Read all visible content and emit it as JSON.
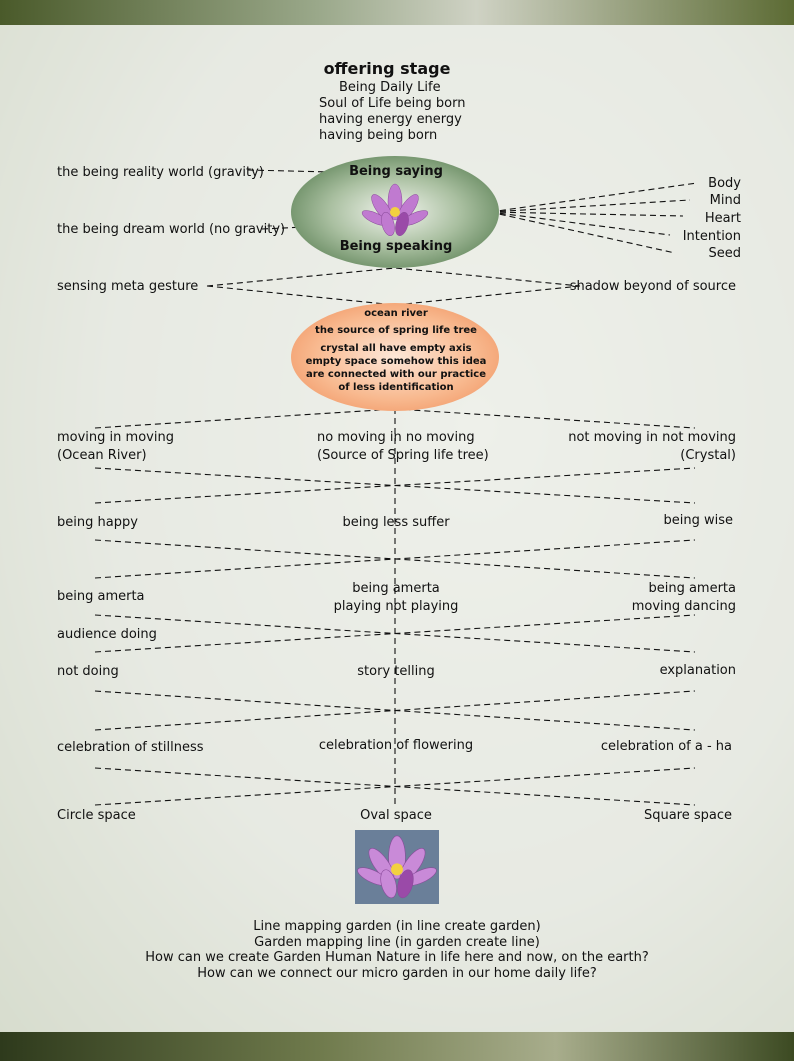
{
  "header": {
    "title": "offering stage",
    "lines": [
      "Being Daily Life",
      "Soul of Life being born",
      "having energy energy",
      "having being born"
    ]
  },
  "green_oval": {
    "top": "Being saying",
    "bottom": "Being speaking",
    "icon": "lotus-icon"
  },
  "left_labels": {
    "reality": "the being reality world (gravity)",
    "dream": "the being dream world (no gravity)",
    "sensing": "sensing meta gesture"
  },
  "right_labels": [
    "Body",
    "Mind",
    "Heart",
    "Intention",
    "Seed"
  ],
  "shadow": "shadow beyond of source",
  "orange_oval": {
    "l1": "ocean river",
    "l2": "the source of spring life tree",
    "l3": "crystal all have empty axis",
    "l4": "empty space somehow this idea",
    "l5": "are connected with our practice",
    "l6": "of less identification"
  },
  "rows": {
    "r1": {
      "left1": "moving in moving",
      "left2": "(Ocean River)",
      "mid1": "no moving in no moving",
      "mid2": "(Source of Spring life tree)",
      "right1": "not moving in not moving",
      "right2": "(Crystal)"
    },
    "r2": {
      "left": "being happy",
      "mid": "being less suffer",
      "right": "being wise"
    },
    "r3": {
      "left": "being amerta",
      "mid1": "being amerta",
      "mid2": "playing not playing",
      "right1": "being amerta",
      "right2": "moving dancing"
    },
    "r4": {
      "left": "audience doing"
    },
    "r5": {
      "left": "not doing",
      "mid": "story telling",
      "right": "explanation"
    },
    "r6": {
      "left": "celebration of stillness",
      "mid": "celebration of flowering",
      "right": "celebration of a - ha"
    },
    "r7": {
      "left": "Circle space",
      "mid": "Oval space",
      "right": "Square space"
    }
  },
  "footer": [
    "Line mapping garden (in line create garden)",
    "Garden mapping line (in garden create line)",
    "How can we create Garden Human Nature in life here and now, on the earth?",
    "How can we connect our micro garden in our home daily life?"
  ]
}
